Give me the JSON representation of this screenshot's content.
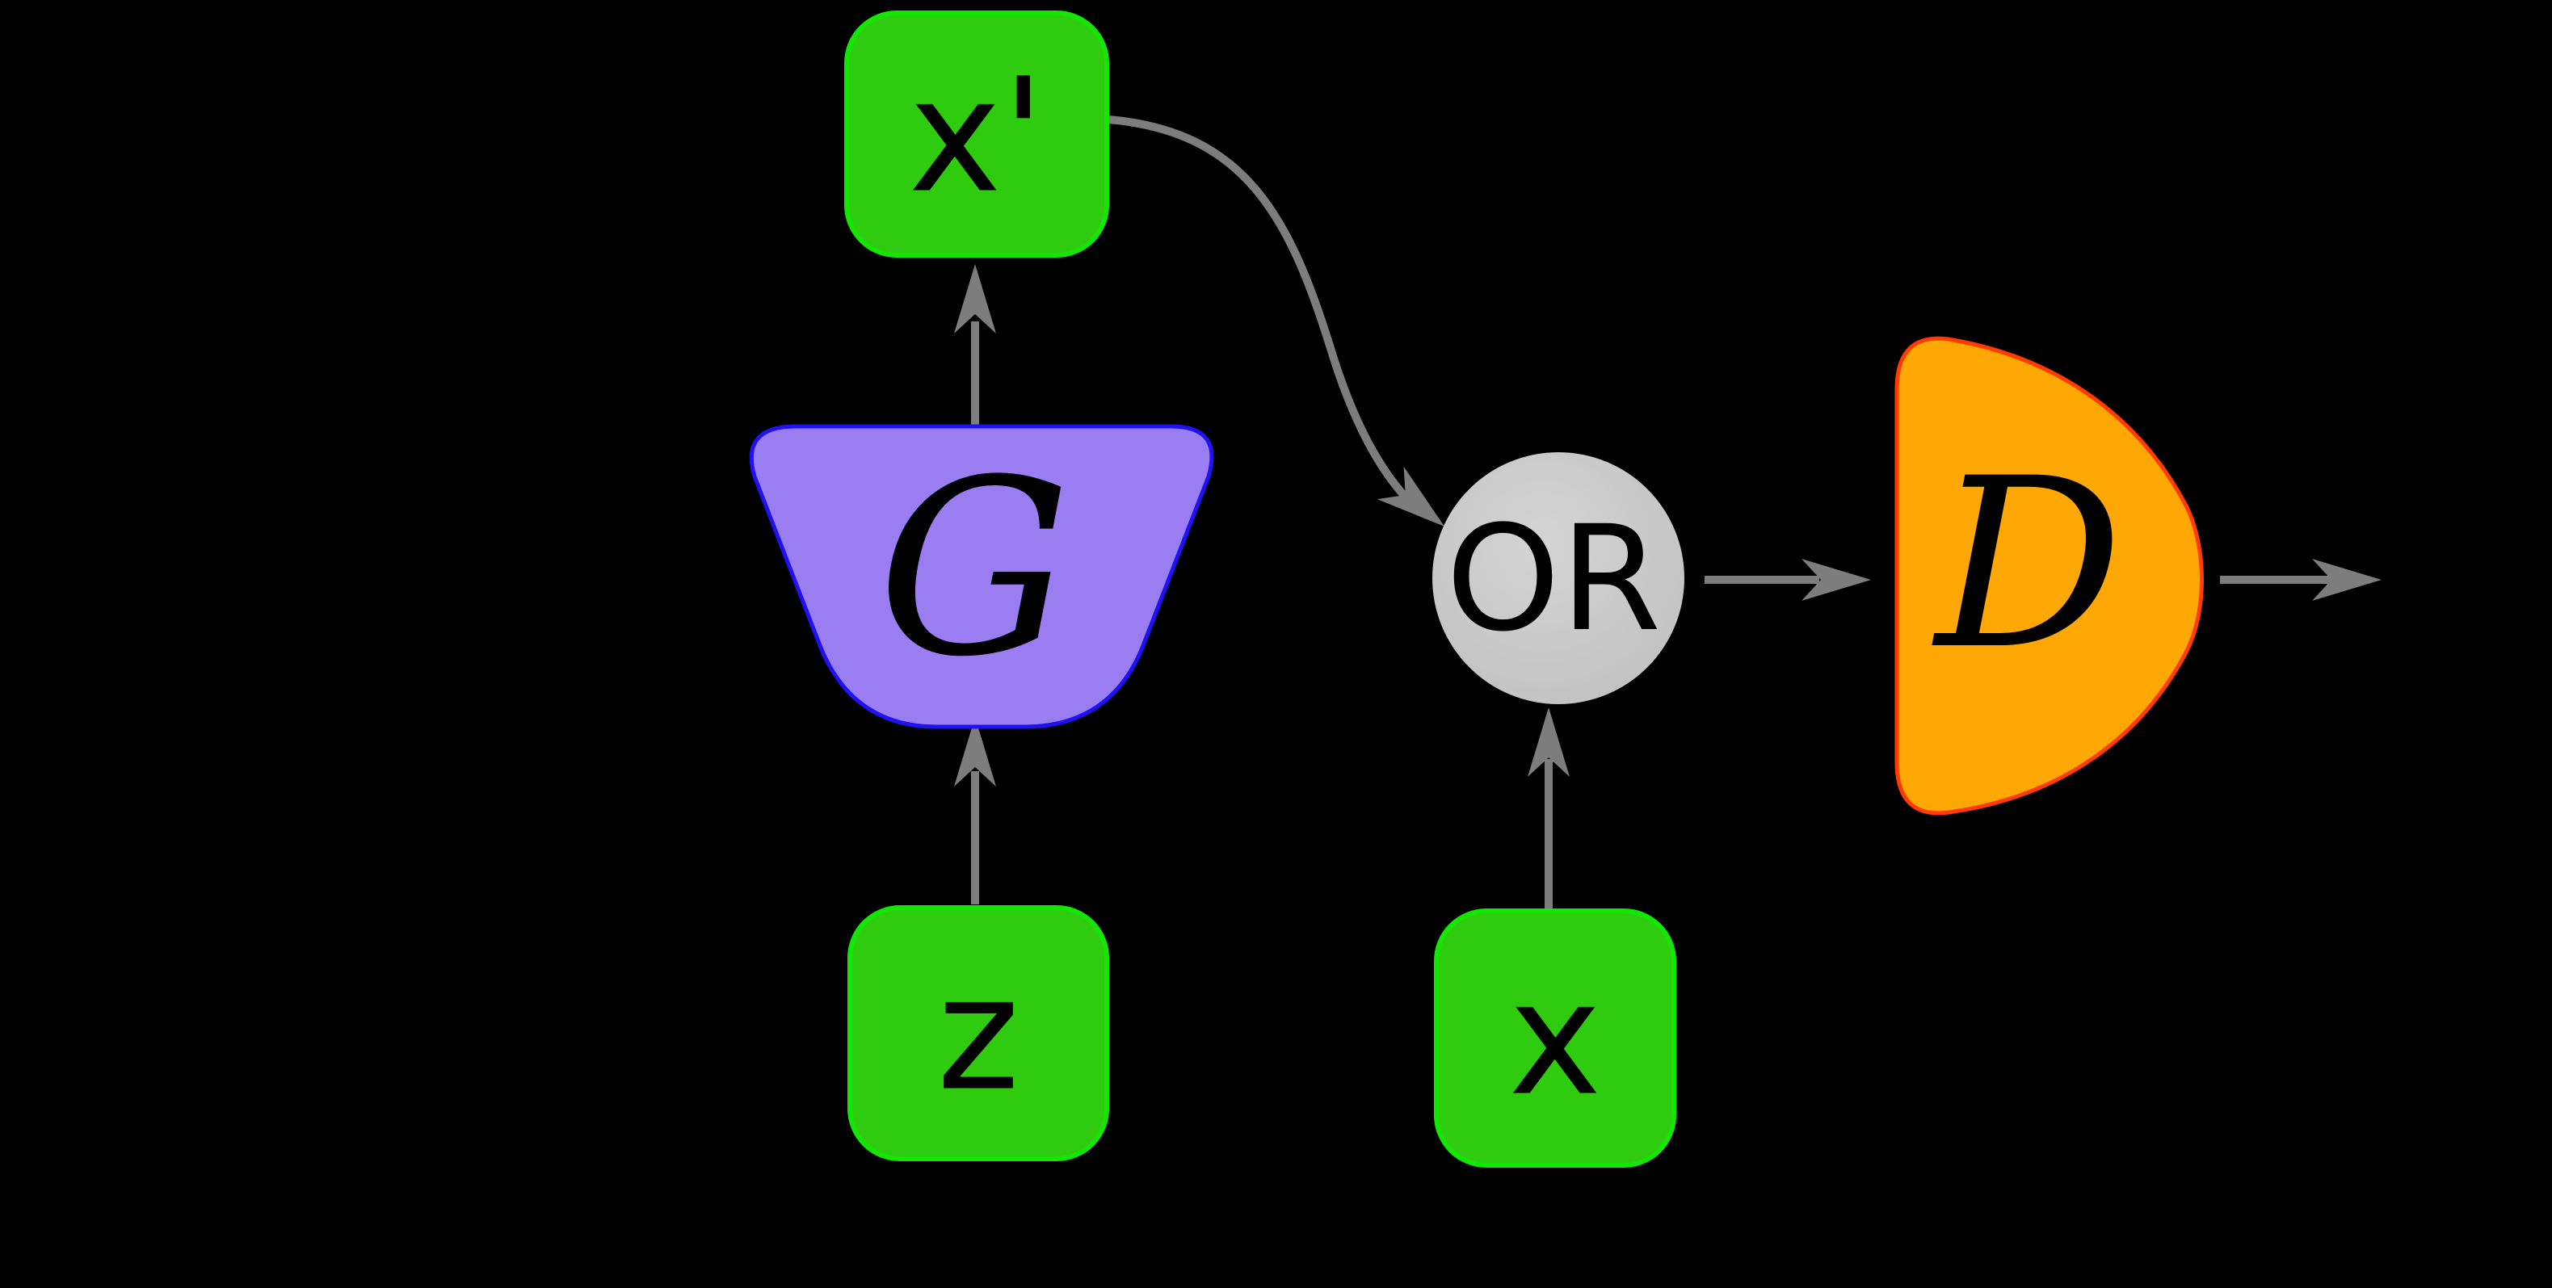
{
  "diagram": {
    "nodes": {
      "x_prime": {
        "label": "x'"
      },
      "z": {
        "label": "z"
      },
      "x": {
        "label": "x"
      },
      "or": {
        "label": "OR"
      },
      "generator": {
        "label": "G"
      },
      "discriminator": {
        "label": "D"
      }
    },
    "colors": {
      "background": "#000000",
      "data_box_fill": "#2ecb0f",
      "data_box_stroke": "#14e603",
      "generator_fill": "#9b7df2",
      "generator_stroke": "#2012f0",
      "or_node_fill_light": "#d4d4d4",
      "or_node_fill_dark": "#c2c2c2",
      "discriminator_fill": "#ffa705",
      "discriminator_stroke": "#ff3b00",
      "arrow": "#7d7d7d",
      "label_text": "#000000"
    }
  }
}
